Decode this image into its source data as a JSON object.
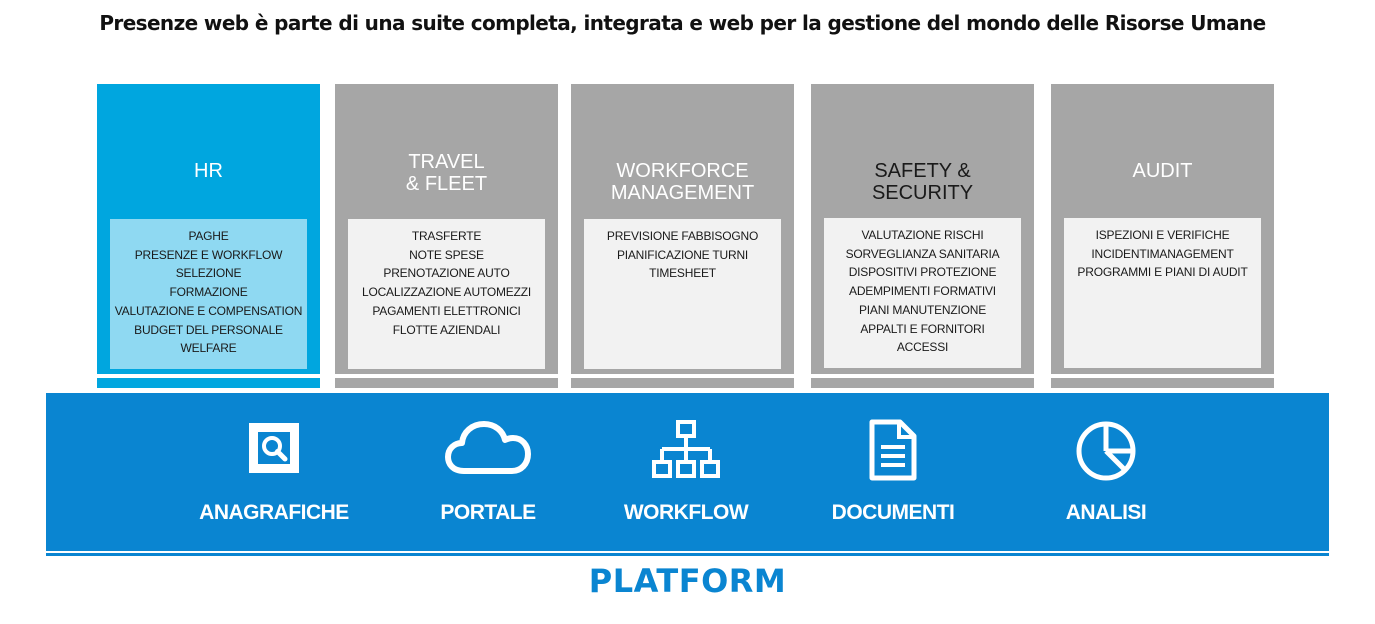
{
  "heading": "Presenze web è parte di una suite completa, integrata e web per la gestione del mondo delle Risorse Umane",
  "columns": [
    {
      "id": "hr",
      "title": [
        "HR"
      ],
      "items": [
        "PAGHE",
        "PRESENZE E WORKFLOW",
        "SELEZIONE",
        "FORMAZIONE",
        "VALUTAZIONE E COMPENSATION",
        "BUDGET DEL PERSONALE",
        "WELFARE"
      ]
    },
    {
      "id": "travel",
      "title": [
        "TRAVEL",
        "& FLEET"
      ],
      "items": [
        "TRASFERTE",
        "NOTE SPESE",
        "PRENOTAZIONE AUTO",
        "LOCALIZZAZIONE AUTOMEZZI",
        "PAGAMENTI ELETTRONICI",
        "FLOTTE AZIENDALI"
      ]
    },
    {
      "id": "workforce",
      "title": [
        "WORKFORCE",
        "MANAGEMENT"
      ],
      "items": [
        "PREVISIONE FABBISOGNO",
        "PIANIFICAZIONE TURNI",
        "TIMESHEET"
      ]
    },
    {
      "id": "safety",
      "title": [
        "SAFETY &",
        "SECURITY"
      ],
      "items": [
        "VALUTAZIONE RISCHI",
        "SORVEGLIANZA SANITARIA",
        "DISPOSITIVI PROTEZIONE",
        "ADEMPIMENTI FORMATIVI",
        "PIANI MANUTENZIONE",
        "APPALTI E FORNITORI",
        "ACCESSI"
      ]
    },
    {
      "id": "audit",
      "title": [
        "AUDIT"
      ],
      "items": [
        "ISPEZIONI E VERIFICHE",
        "INCIDENTIMANAGEMENT",
        "PROGRAMMI E PIANI DI AUDIT"
      ]
    }
  ],
  "platform": {
    "modules": [
      {
        "label": "ANAGRAFICHE",
        "icon": "search-document-icon"
      },
      {
        "label": "PORTALE",
        "icon": "cloud-icon"
      },
      {
        "label": "WORKFLOW",
        "icon": "hierarchy-icon"
      },
      {
        "label": "DOCUMENTI",
        "icon": "document-icon"
      },
      {
        "label": "ANALISI",
        "icon": "pie-chart-icon"
      }
    ],
    "title": "PLATFORM"
  },
  "colors": {
    "hr_blue": "#00a6df",
    "hr_light": "#8fd9f2",
    "gray": "#a6a6a6",
    "box": "#f2f2f2",
    "platform_blue": "#0a85d1"
  }
}
